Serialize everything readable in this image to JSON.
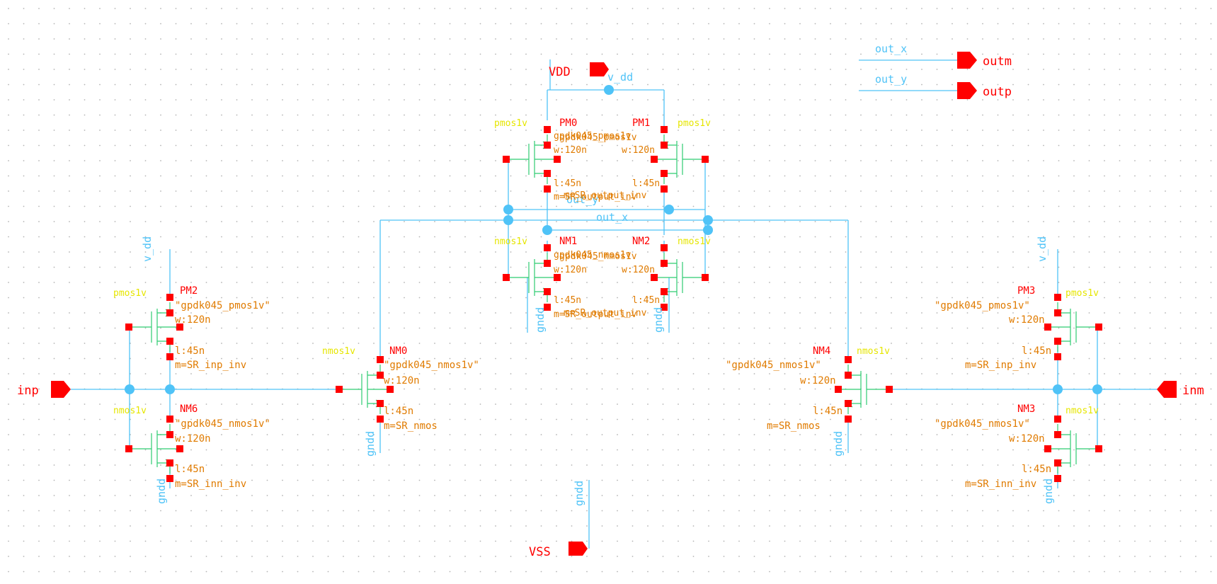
{
  "colors": {
    "background": "#ffffff",
    "grid_dot": "#b4b4b4",
    "wire": "#4fc3f7",
    "pin": "#ff0000",
    "device_symbol": "#2ecc71",
    "model_type": "#e6e600",
    "params": "#e07b00",
    "device_name": "#ff0000",
    "net_label": "#4fc3f7",
    "io_pin": "#ff0000"
  },
  "io_pins": {
    "vdd": "VDD",
    "vss": "VSS",
    "inp": "inp",
    "inm": "inm",
    "outm": "outm",
    "outp": "outp"
  },
  "nets": {
    "v_dd": "v_dd",
    "gndd": "gndd",
    "out_x": "out_x",
    "out_y": "out_y"
  },
  "devices": {
    "PM0": {
      "name": "PM0",
      "type": "pmos1v",
      "model": "gpdk045_pmos1v",
      "w": "w:120n",
      "l": "l:45n",
      "m": "m=SR_output_inv"
    },
    "PM1": {
      "name": "PM1",
      "type": "pmos1v",
      "model": "gpdk045_pmos1v",
      "w": "w:120n",
      "l": "l:45n",
      "m": "m=SR_output_inv"
    },
    "NM1": {
      "name": "NM1",
      "type": "nmos1v",
      "model": "gpdk045_nmos1v",
      "w": "w:120n",
      "l": "l:45n",
      "m": "m=SR_output_inv"
    },
    "NM2": {
      "name": "NM2",
      "type": "nmos1v",
      "model": "gpdk045_nmos1v",
      "w": "w:120n",
      "l": "l:45n",
      "m": "m=SR_output_inv"
    },
    "PM2": {
      "name": "PM2",
      "type": "pmos1v",
      "model": "\"gpdk045_pmos1v\"",
      "w": "w:120n",
      "l": "l:45n",
      "m": "m=SR_inp_inv"
    },
    "NM6": {
      "name": "NM6",
      "type": "nmos1v",
      "model": "\"gpdk045_nmos1v\"",
      "w": "w:120n",
      "l": "l:45n",
      "m": "m=SR_inn_inv"
    },
    "NM0": {
      "name": "NM0",
      "type": "nmos1v",
      "model": "\"gpdk045_nmos1v\"",
      "w": "w:120n",
      "l": "l:45n",
      "m": "m=SR_nmos"
    },
    "NM4": {
      "name": "NM4",
      "type": "nmos1v",
      "model": "\"gpdk045_nmos1v\"",
      "w": "w:120n",
      "l": "l:45n",
      "m": "m=SR_nmos"
    },
    "PM3": {
      "name": "PM3",
      "type": "pmos1v",
      "model": "\"gpdk045_pmos1v\"",
      "w": "w:120n",
      "l": "l:45n",
      "m": "m=SR_inp_inv"
    },
    "NM3": {
      "name": "NM3",
      "type": "nmos1v",
      "model": "\"gpdk045_nmos1v\"",
      "w": "w:120n",
      "l": "l:45n",
      "m": "m=SR_inn_inv"
    }
  }
}
